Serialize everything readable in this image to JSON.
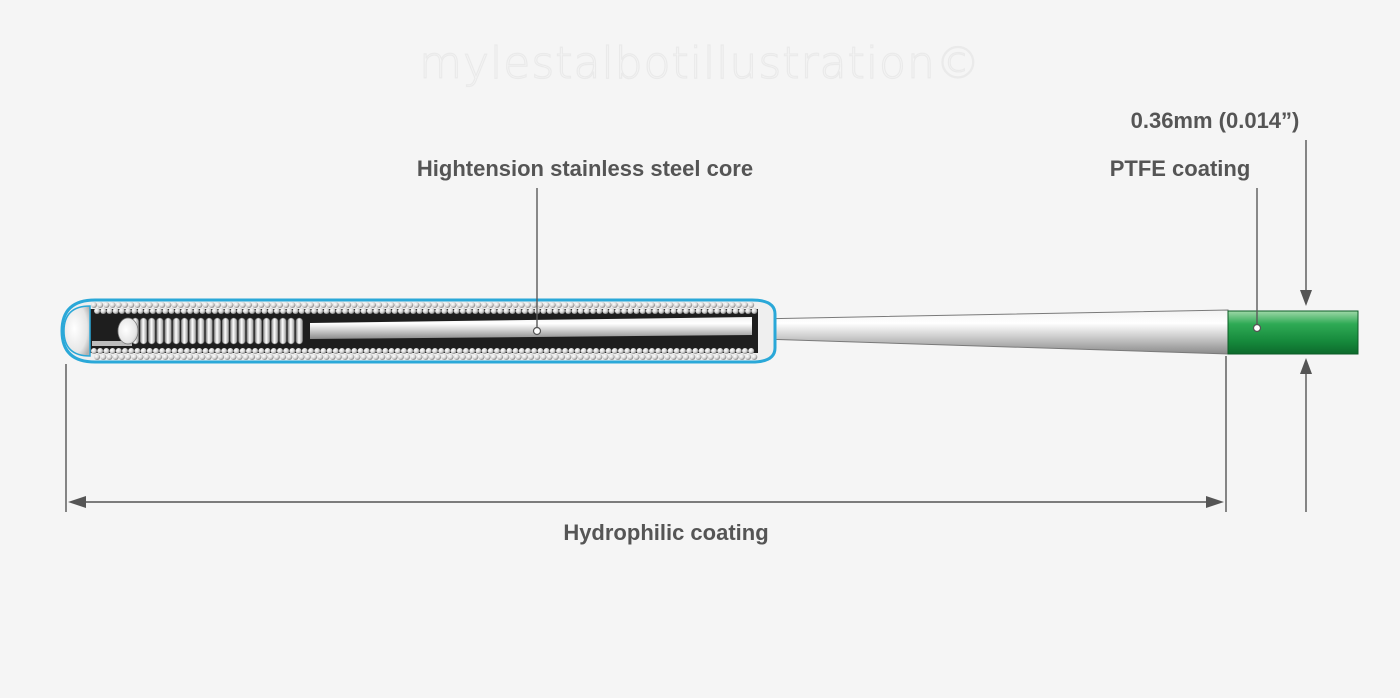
{
  "watermark": "mylestalbotillustration©",
  "labels": {
    "core": "Hightension stainless steel core",
    "ptfe": "PTFE coating",
    "diameter": "0.36mm (0.014”)",
    "hydrophilic": "Hydrophilic coating"
  },
  "colors": {
    "background": "#f5f5f5",
    "hydrophilic_outline": "#2aa8d8",
    "ptfe_green": "#1f9a4a",
    "steel": "#c9c9c9",
    "label_text": "#555555"
  }
}
